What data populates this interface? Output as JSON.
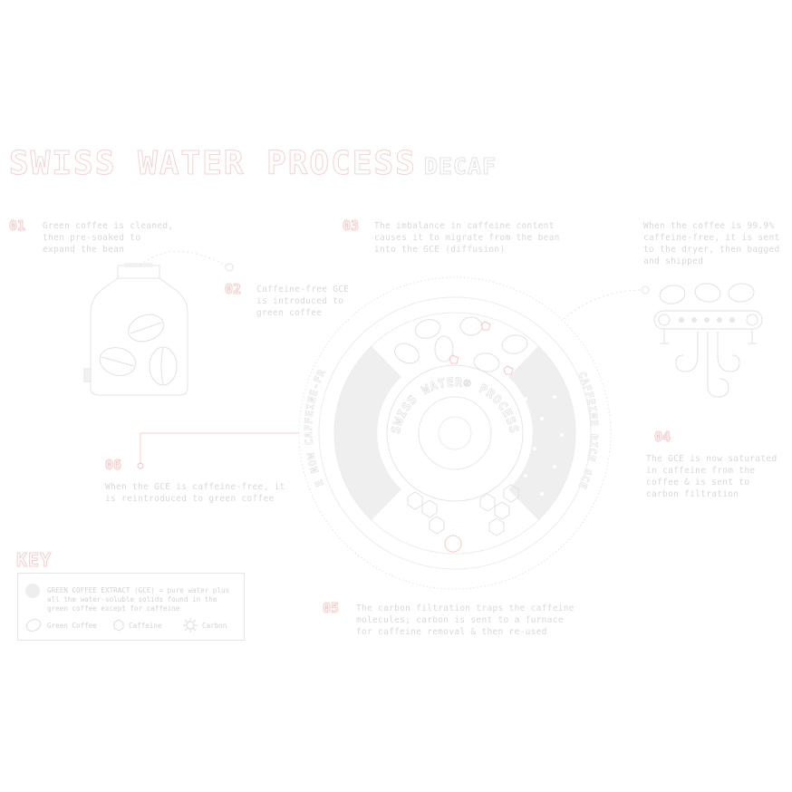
{
  "title": {
    "main": "SWISS WATER PROCESS",
    "sub": "DECAF"
  },
  "steps": [
    {
      "num": "01",
      "text": "Green coffee is cleaned,\nthen pre-soaked to\nexpand the bean"
    },
    {
      "num": "02",
      "text": "Caffeine-free GCE\nis introduced to\ngreen coffee"
    },
    {
      "num": "03",
      "text": "The imbalance in caffeine content\ncauses it to migrate from the bean\ninto the GCE (diffusion)"
    },
    {
      "num": "04",
      "text": "The GCE is now saturated\nin caffeine from the\ncoffee & is sent to\ncarbon filtration"
    },
    {
      "num": "05",
      "text": "The carbon filtration traps the caffeine\nmolecules; carbon is sent to a furnace\nfor caffeine removal & then re-used"
    },
    {
      "num": "06",
      "text": "When the GCE is caffeine-free, it\nis reintroduced to green coffee"
    }
  ],
  "final_note": "When the coffee is 99.9%\ncaffeine-free, it is sent\nto the dryer, then bagged\nand shipped",
  "wheel": {
    "inner_label": "SWISS WATER® PROCESS",
    "left_arc_label": "GCE NOW CAFFEINE-FREE",
    "right_arc_label": "CAFFEINE RICH GCE"
  },
  "key": {
    "title": "KEY",
    "gce_description": "GREEN COFFEE EXTRACT (GCE) = pure water plus all the water-soluble solids found in the green coffee except for caffeine",
    "items": [
      {
        "icon": "coffee-bean-icon",
        "label": "Green Coffee"
      },
      {
        "icon": "caffeine-molecule-icon",
        "label": "Caffeine"
      },
      {
        "icon": "carbon-icon",
        "label": "Carbon"
      }
    ]
  },
  "colors": {
    "accent": "#f0cccc",
    "line": "#e2e2e2",
    "fill": "#efefef"
  }
}
